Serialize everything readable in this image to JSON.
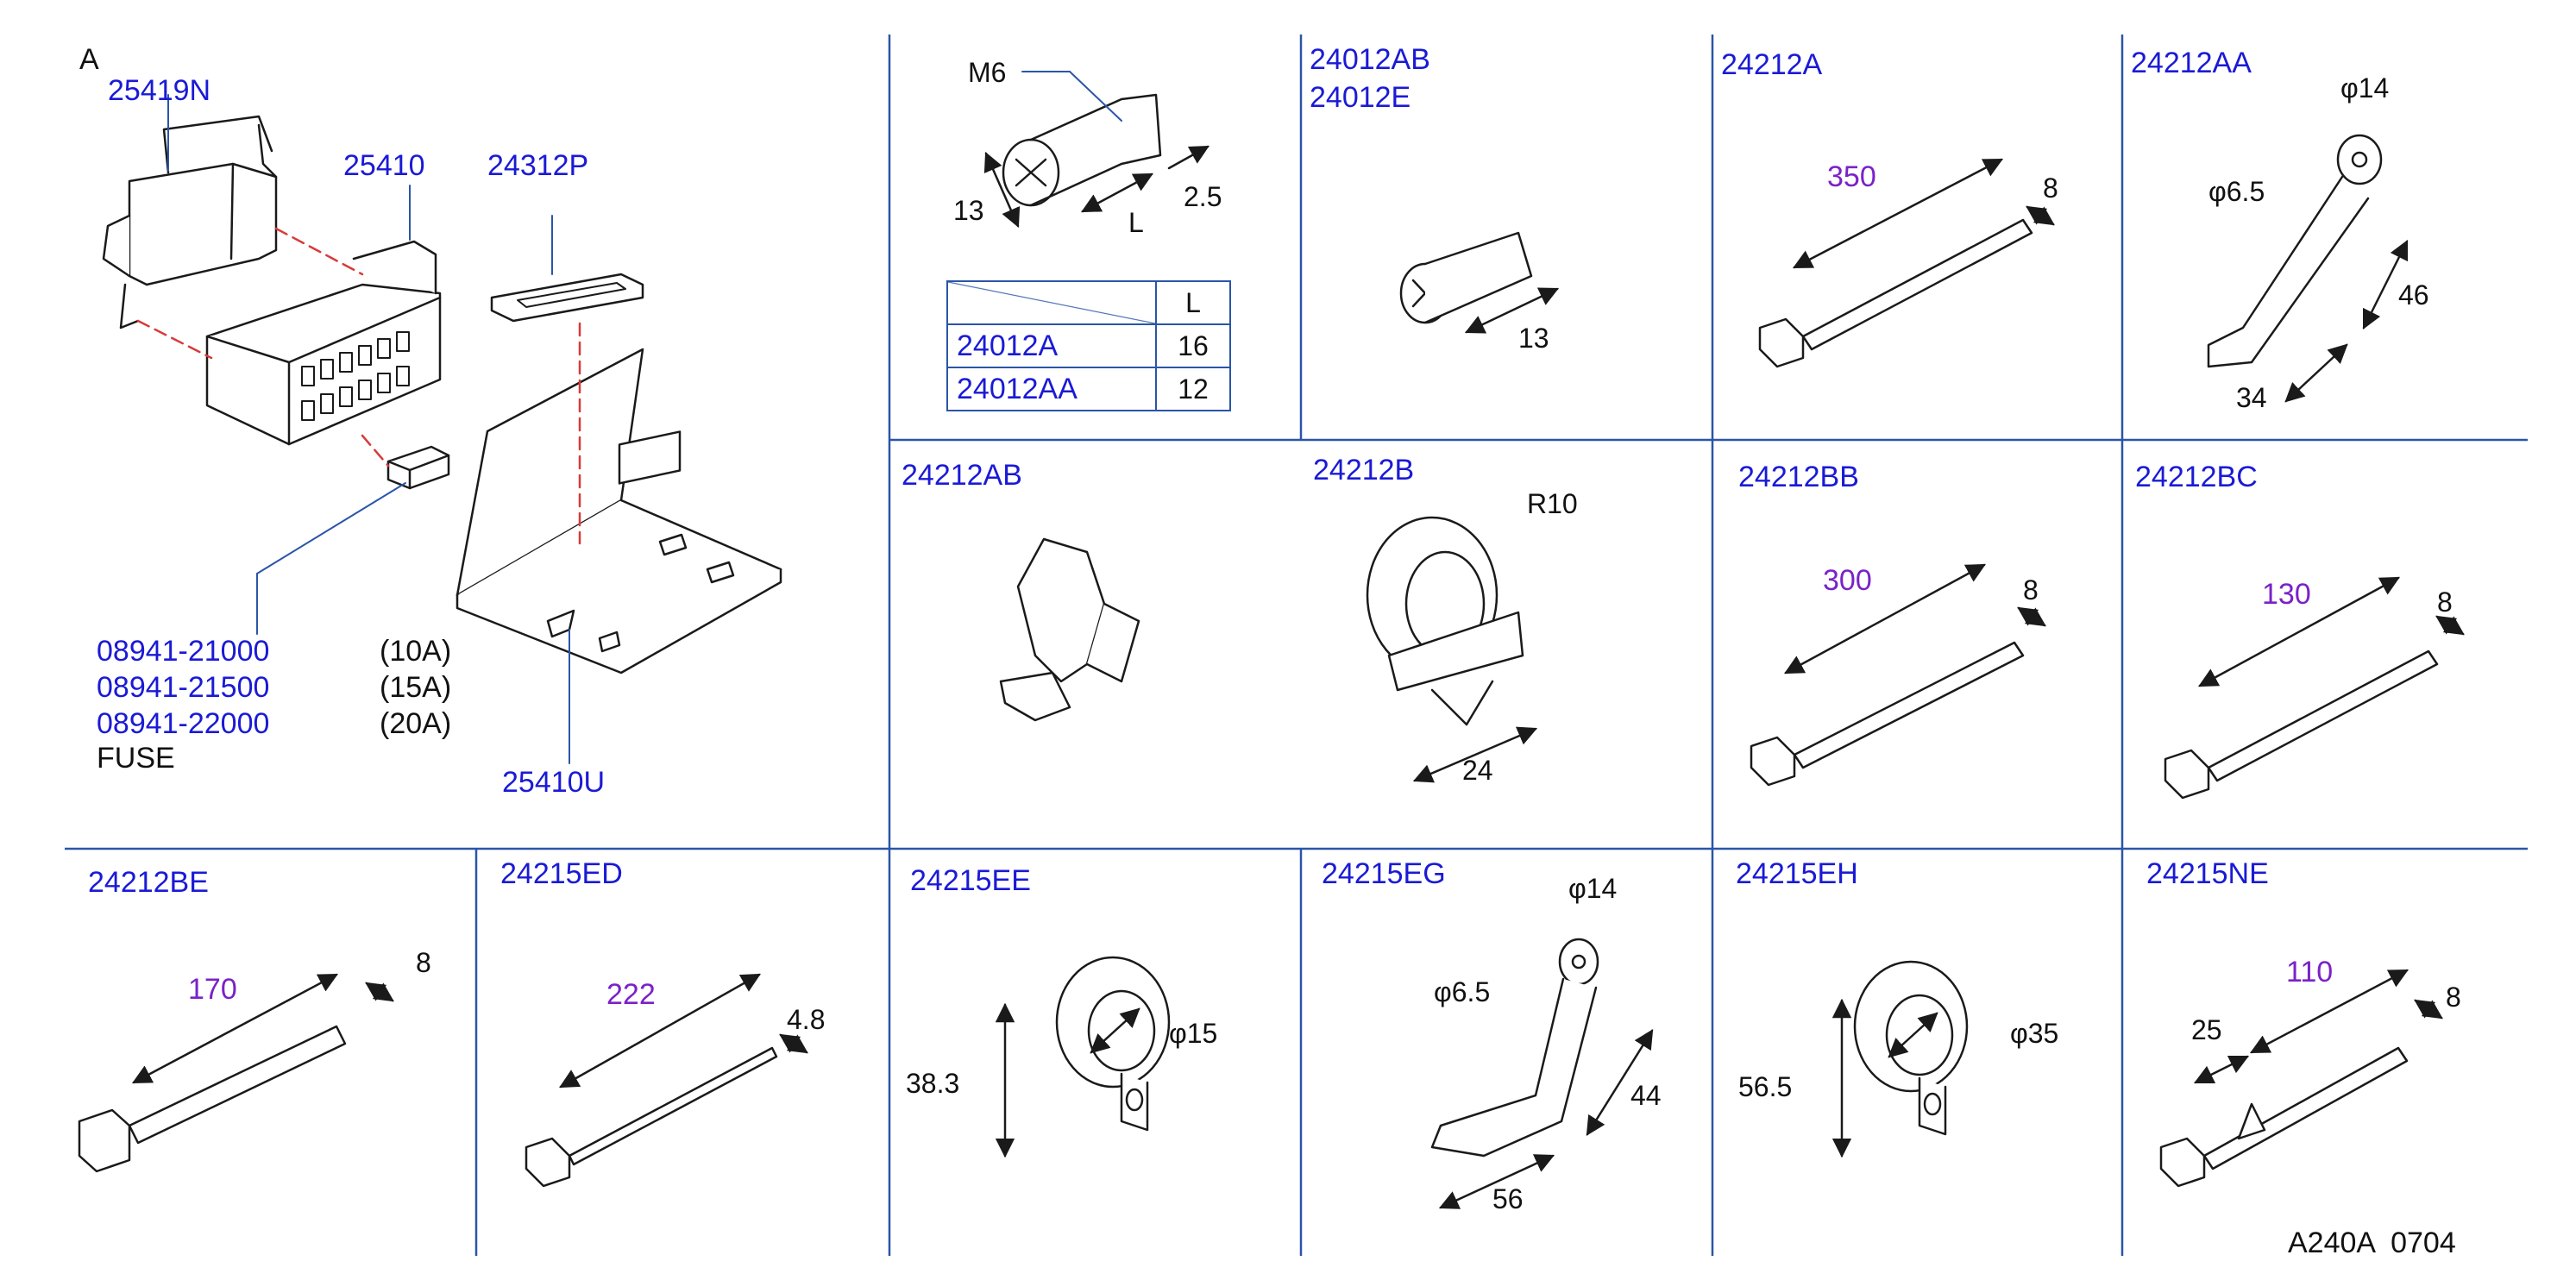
{
  "colors": {
    "grid": "#2a55a8",
    "part_number": "#1a1ad6",
    "dimension_value": "#7a22c7",
    "line_art": "#1a1a1a",
    "dashed": "#d83a3a"
  },
  "section_label": "A",
  "panel_main": {
    "part_25419n": "25419N",
    "part_25410": "25410",
    "part_24312p": "24312P",
    "fuse_parts": [
      {
        "number": "08941-21000",
        "rating": "(10A)"
      },
      {
        "number": "08941-21500",
        "rating": "(15A)"
      },
      {
        "number": "08941-22000",
        "rating": "(20A)"
      }
    ],
    "fuse_label": "FUSE",
    "part_25410u": "25410U"
  },
  "panel_bolt_table": {
    "thread": "M6",
    "dim_head": "13",
    "dim_length": "L",
    "dim_tip": "2.5",
    "table_header": "L",
    "rows": [
      {
        "part": "24012A",
        "length": "16"
      },
      {
        "part": "24012AA",
        "length": "12"
      }
    ]
  },
  "panel_24012ab": {
    "part_a": "24012AB",
    "part_b": "24012E",
    "dim": "13"
  },
  "panel_24212a": {
    "part": "24212A",
    "length": "350",
    "width": "8"
  },
  "panel_24212aa": {
    "part": "24212AA",
    "hole_outer": "φ14",
    "hole_inner": "φ6.5",
    "height": "46",
    "base": "34"
  },
  "panel_24212ab": {
    "part": "24212AB"
  },
  "panel_24212b": {
    "part": "24212B",
    "radius": "R10",
    "width": "24"
  },
  "panel_24212bb": {
    "part": "24212BB",
    "length": "300",
    "width": "8"
  },
  "panel_24212bc": {
    "part": "24212BC",
    "length": "130",
    "width": "8"
  },
  "panel_24212be": {
    "part": "24212BE",
    "length": "170",
    "width": "8"
  },
  "panel_24215ed": {
    "part": "24215ED",
    "length": "222",
    "width": "4.8"
  },
  "panel_24215ee": {
    "part": "24215EE",
    "height": "38.3",
    "diameter": "φ15"
  },
  "panel_24215eg": {
    "part": "24215EG",
    "hole_outer": "φ14",
    "hole_inner": "φ6.5",
    "height": "44",
    "base": "56"
  },
  "panel_24215eh": {
    "part": "24215EH",
    "height": "56.5",
    "diameter": "φ35"
  },
  "panel_24215ne": {
    "part": "24215NE",
    "length": "110",
    "offset": "25",
    "width": "8"
  },
  "figure_code": "A240A  0704"
}
